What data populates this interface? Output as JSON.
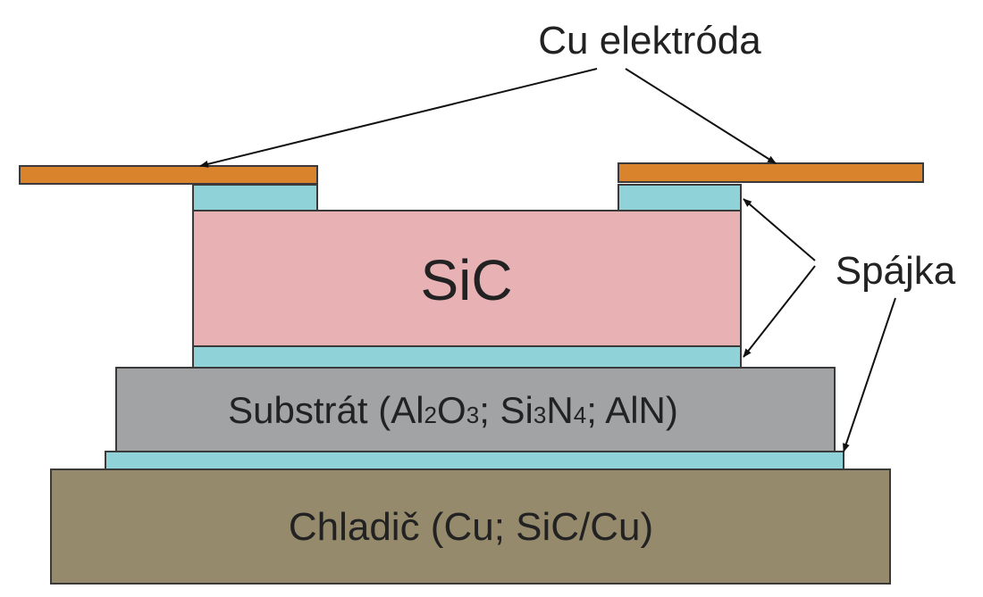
{
  "labels": {
    "electrode": "Cu elektróda",
    "solder": "Spájka",
    "chip": "SiC",
    "heatsink": "Chladič (Cu; SiC/Cu)"
  },
  "substrate_label": {
    "prefix": "Substrát (Al",
    "sub1": "2",
    "mid1": "O",
    "sub2": "3",
    "mid2": "; Si",
    "sub3": "3",
    "mid3": "N",
    "sub4": "4",
    "suffix": "; AlN)"
  },
  "colors": {
    "electrode": "#d9832c",
    "solder": "#8fd3d9",
    "chip": "#e8b2b5",
    "substrate": "#a2a3a5",
    "heatsink": "#968a6c",
    "outline": "#3a3a3a",
    "text": "#222222"
  }
}
